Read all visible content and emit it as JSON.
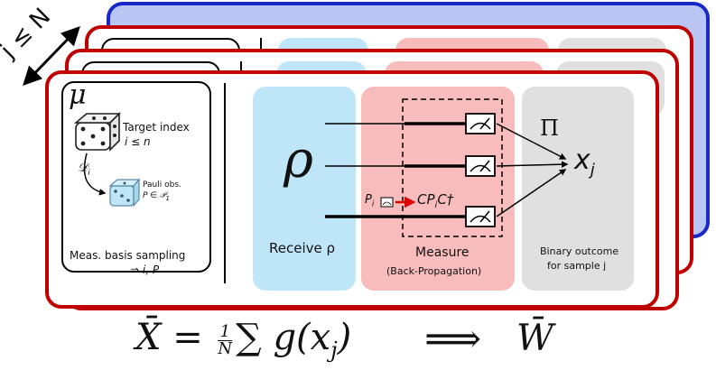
{
  "stack_label": "j ≤ N",
  "sampling_panel": {
    "mu": "μ",
    "target_index": "Target index",
    "target_index_cond": "i ≤ n",
    "distribution": "𝒟",
    "distribution_sub": "i",
    "pauli_obs": "Pauli obs.",
    "pauli_cond": "P ∈ 𝒫",
    "pauli_cond_sub": "1",
    "title": "Meas. basis sampling",
    "result": "⇒ i, P"
  },
  "receive_panel": {
    "rho": "ρ",
    "label": "Receive ρ"
  },
  "measure_panel": {
    "pauli": "P",
    "pauli_sub": "i",
    "conjugated": "CP",
    "conjugated_sub": "i",
    "conjugated_tail": "C†",
    "label": "Measure",
    "sublabel": "(Back-Propagation)"
  },
  "outcome_panel": {
    "projector": "Π",
    "outcome": "x",
    "outcome_sub": "j",
    "label_line1": "Binary outcome",
    "label_line2": "for sample j"
  },
  "formula": {
    "lhs": "X̄ = ",
    "frac_num": "1",
    "frac_den": "N",
    "sum": "∑ g(x",
    "sub": "j",
    "close": ")",
    "implies": "⟹",
    "rhs": "W̄"
  },
  "colors": {
    "frame_red": "#c00000",
    "back_blue": "#1a28c8",
    "back_fill": "#b9c6f3",
    "receive_fill": "#bfe6f8",
    "measure_fill": "#f8bcbc",
    "outcome_fill": "#e0e0e0",
    "arrow_red": "#e00000"
  }
}
